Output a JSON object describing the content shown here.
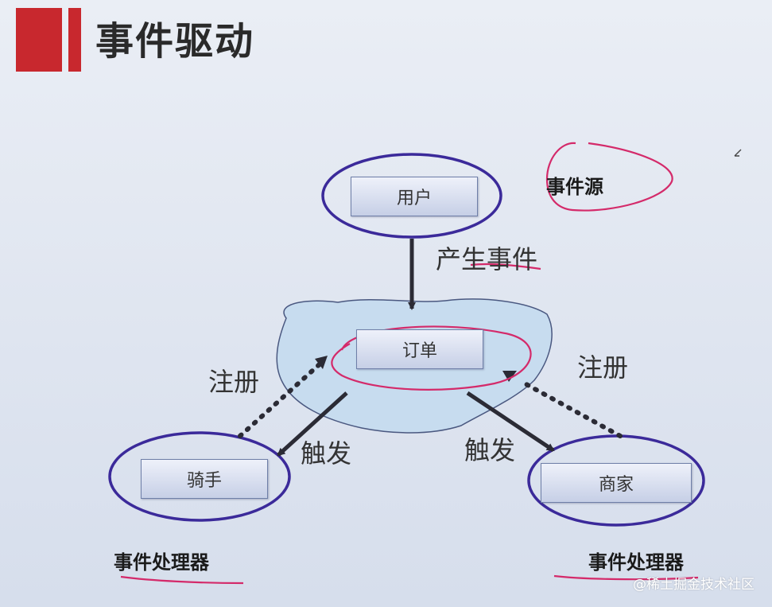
{
  "title": "事件驱动",
  "nodes": {
    "user": "用户",
    "order": "订单",
    "rider": "骑手",
    "merchant": "商家"
  },
  "edge_labels": {
    "produce_event": "产生事件",
    "register_left": "注册",
    "register_right": "注册",
    "trigger_left": "触发",
    "trigger_right": "触发"
  },
  "roles": {
    "event_source": "事件源",
    "handler_left": "事件处理器",
    "handler_right": "事件处理器"
  },
  "watermark": "@稀土掘金技术社区",
  "colors": {
    "title_bar": "#c8282e",
    "ellipse_stroke": "#3b2a9a",
    "annotation_pen": "#d42a6a",
    "cloud_fill": "#c7dcef",
    "arrow": "#2b2b35"
  }
}
